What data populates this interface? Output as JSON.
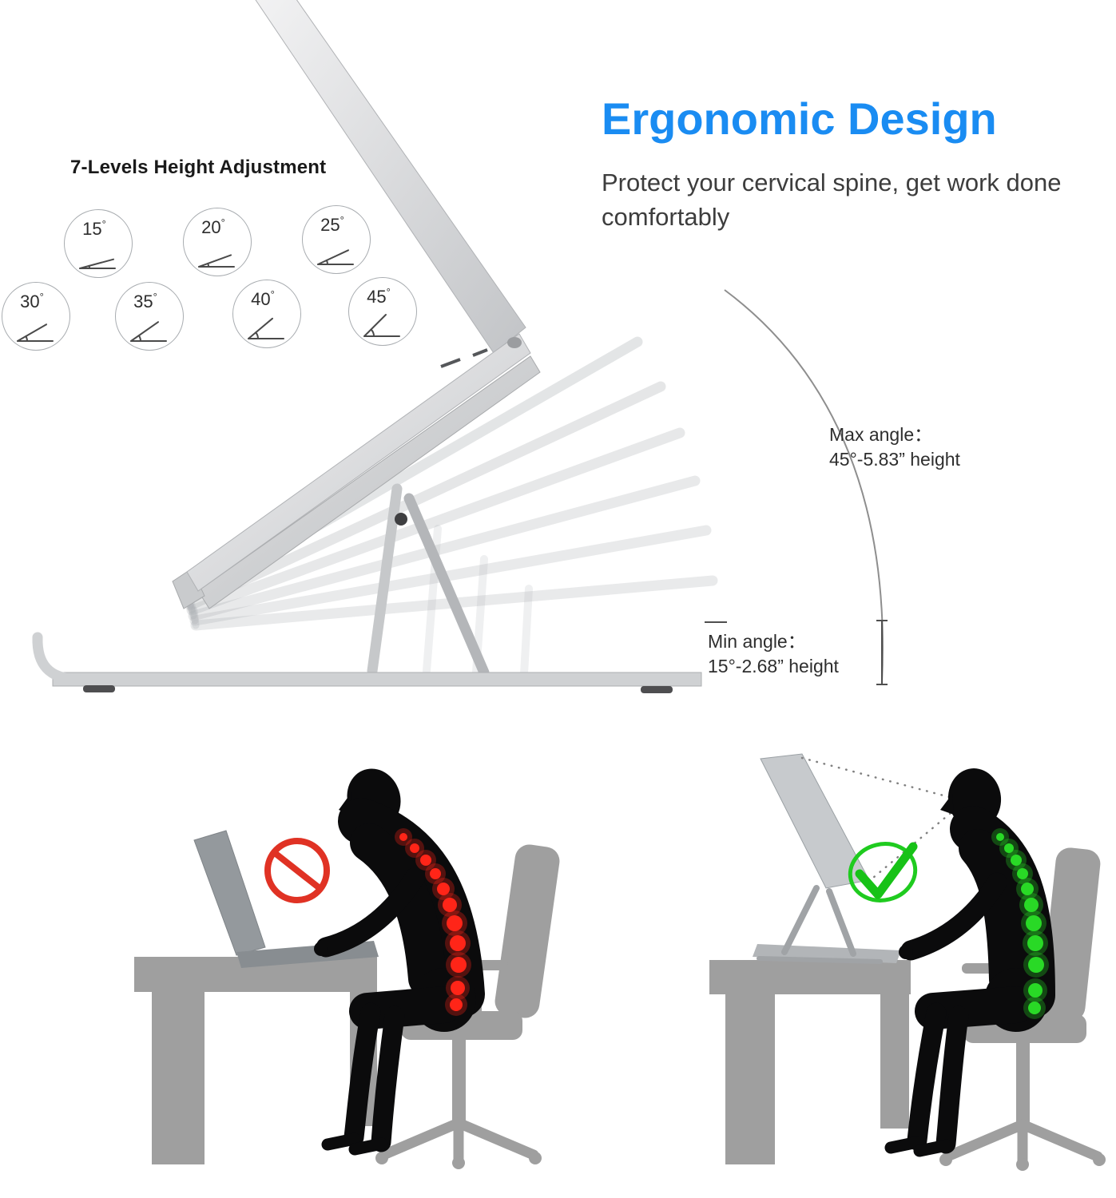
{
  "header": {
    "title": "Ergonomic Design",
    "subtitle": "Protect your cervical spine, get work done comfortably"
  },
  "height_adjustment": {
    "heading": "7-Levels Height Adjustment",
    "levels": [
      {
        "angle": "15",
        "degree": "°"
      },
      {
        "angle": "20",
        "degree": "°"
      },
      {
        "angle": "25",
        "degree": "°"
      },
      {
        "angle": "30",
        "degree": "°"
      },
      {
        "angle": "35",
        "degree": "°"
      },
      {
        "angle": "40",
        "degree": "°"
      },
      {
        "angle": "45",
        "degree": "°"
      }
    ]
  },
  "annotations": {
    "max_angle": {
      "line1": "Max angle：",
      "line2": "45°-5.83” height"
    },
    "min_angle": {
      "line1": "Min angle：",
      "line2": "15°-2.68” height"
    }
  },
  "comparison": {
    "bad_posture_icon": "prohibition-icon",
    "good_posture_icon": "checkmark-icon"
  },
  "icons": [
    "angle-wedge-icon",
    "prohibition-icon",
    "checkmark-icon"
  ],
  "colors": {
    "accent_blue": "#1a8cf2",
    "alert_red": "#e03224",
    "success_green": "#1fcb1f",
    "spine_pain_red": "#ff2518",
    "spine_healthy_green": "#29d926",
    "furniture_gray": "#9f9f9f",
    "metal_silver": "#cfd1d3",
    "silhouette_black": "#0b0b0c"
  }
}
